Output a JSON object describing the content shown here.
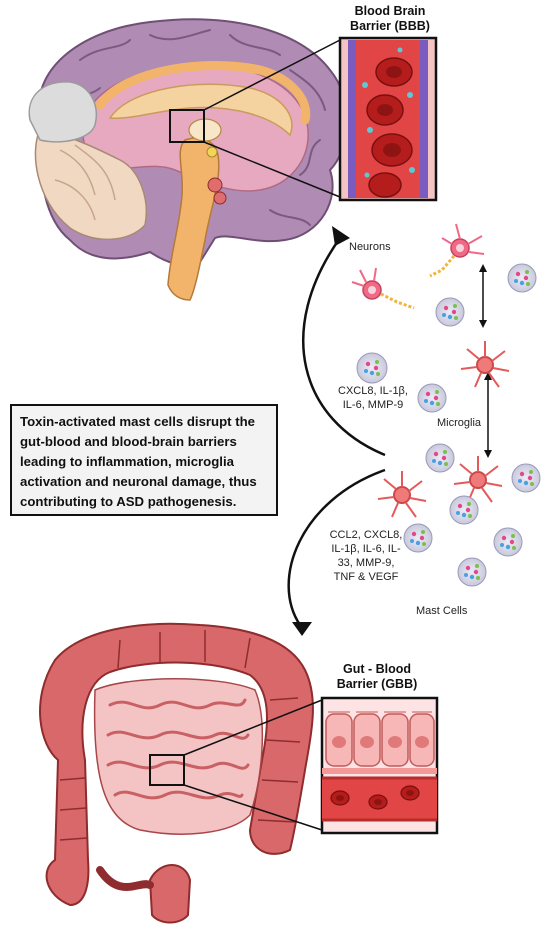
{
  "bbb_title": {
    "line1": "Blood Brain",
    "line2": "Barrier (BBB)"
  },
  "gbb_title": {
    "line1": "Gut - Blood",
    "line2": "Barrier (GBB)"
  },
  "summary_text": "Toxin-activated mast cells disrupt the gut-blood and blood-brain barriers leading to inflammation, microglia activation and neuronal damage, thus contributing to ASD pathogenesis.",
  "labels": {
    "neurons": "Neurons",
    "microglia": "Microglia",
    "mast_cells": "Mast Cells"
  },
  "mediators_top": {
    "line1": "CXCL8, IL-1β,",
    "line2": "IL-6, MMP-9"
  },
  "mediators_bottom": {
    "line1": "CCL2, CXCL8,",
    "line2": "IL-1β, IL-6, IL-",
    "line3": "33, MMP-9,",
    "line4": "TNF & VEGF"
  },
  "colors": {
    "brain_purple": "#b08cb4",
    "brain_pink": "#e6a9bf",
    "cerebellum": "#f0d8c2",
    "brainstem": "#f2b46a",
    "vessel_red": "#d93b3b",
    "rbc": "#b51d1d",
    "gut_wall": "#d9686a",
    "gut_inner": "#f4c4c4",
    "neuron_pink": "#f06a86",
    "microglia": "#f07a7a",
    "mast_cell_bg": "#dcdcec"
  }
}
